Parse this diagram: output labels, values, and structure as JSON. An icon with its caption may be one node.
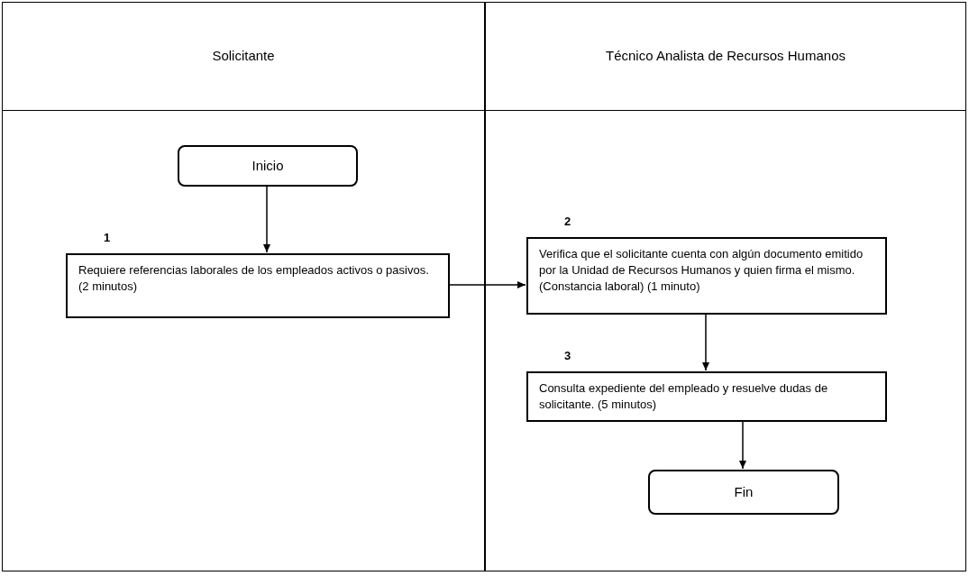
{
  "diagram": {
    "nodes": [
      {
        "text": [
          "Solicitante"
        ]
      },
      {
        "text": [
          "Técnico Analista de Recursos Humanos"
        ]
      },
      {
        "text": [
          "Inicio"
        ],
        "in": 0
      },
      {
        "text": [
          "Requiere referencias laborales de los empleados activos o pasivos. (2 minutos)"
        ],
        "in": 0,
        "beside": [
          "1"
        ]
      },
      {
        "text": [
          "Verifica que el solicitante cuenta con algún documento emitido por la Unidad de Recursos Humanos y quien firma el mismo. (Constancia laboral) (1 minuto)"
        ],
        "in": 1,
        "beside": [
          "2"
        ]
      },
      {
        "text": [
          "Consulta expediente del empleado y resuelve dudas de solicitante. (5 minutos)"
        ],
        "in": 1,
        "beside": [
          "3"
        ]
      },
      {
        "text": [
          "Fin"
        ],
        "in": 1
      }
    ],
    "edges": [
      {
        "from": 2,
        "to": 3,
        "arrow": "to"
      },
      {
        "from": 3,
        "to": 4,
        "arrow": "to"
      },
      {
        "from": 4,
        "to": 5,
        "arrow": "to"
      },
      {
        "from": 5,
        "to": 6,
        "arrow": "to"
      }
    ]
  }
}
